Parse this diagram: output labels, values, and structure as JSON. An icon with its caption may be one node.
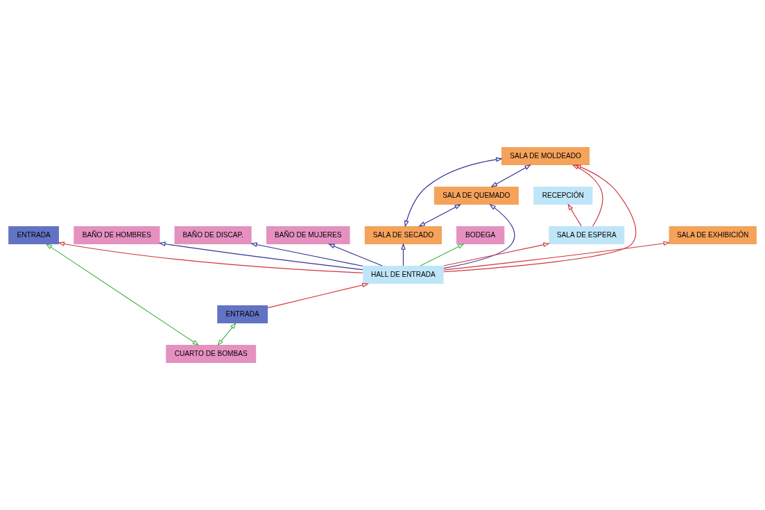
{
  "diagram": {
    "nodes": [
      {
        "text": [
          "ENTRADA"
        ]
      },
      {
        "text": [
          "CUARTO DE BOMBAS"
        ]
      },
      {
        "text": [
          "BAÑO DE HOMBRES"
        ]
      },
      {
        "text": [
          "BAÑO DE DISCAP."
        ]
      },
      {
        "text": [
          "BAÑO DE MUJERES"
        ]
      },
      {
        "text": [
          "SALA DE SECADO"
        ]
      },
      {
        "text": [
          "BODEGA"
        ]
      },
      {
        "text": [
          "SALA DE QUEMADO"
        ]
      },
      {
        "text": [
          "RECEPCIÓN"
        ]
      },
      {
        "text": [
          "SALA DE ESPERA"
        ]
      },
      {
        "text": [
          "SALA DE MOLDEADO"
        ]
      },
      {
        "text": [
          "HALL DE ENTRADA"
        ]
      },
      {
        "text": [
          "SALA DE EXHIBICIÓN"
        ]
      },
      {
        "text": [
          "ENTRADA"
        ]
      }
    ],
    "edges": [
      {
        "from": 1,
        "to": 0,
        "arrow": "both",
        "color": "#3cb54a"
      },
      {
        "from": 1,
        "to": 13,
        "arrow": "both",
        "color": "#3cb54a"
      },
      {
        "from": 11,
        "to": 0,
        "arrow": "to",
        "color": "#d2323a"
      },
      {
        "from": 11,
        "to": 2,
        "arrow": "to"
      },
      {
        "from": 11,
        "to": 3,
        "arrow": "to"
      },
      {
        "from": 11,
        "to": 4,
        "arrow": "to"
      },
      {
        "from": 11,
        "to": 6,
        "arrow": "to",
        "color": "#3cb54a"
      },
      {
        "from": 11,
        "to": 5,
        "arrow": "to"
      },
      {
        "from": 11,
        "to": 7,
        "arrow": "to"
      },
      {
        "from": 5,
        "to": 10,
        "arrow": "both"
      },
      {
        "from": 5,
        "to": 7,
        "arrow": "both"
      },
      {
        "from": 7,
        "to": 10,
        "arrow": "both"
      },
      {
        "from": 9,
        "to": 10,
        "arrow": "to",
        "color": "#d2323a"
      },
      {
        "from": 9,
        "to": 8,
        "arrow": "to",
        "color": "#d2323a"
      },
      {
        "from": 11,
        "to": 9,
        "arrow": "to",
        "color": "#d2323a"
      },
      {
        "from": 11,
        "to": 12,
        "arrow": "to",
        "color": "#d2323a"
      },
      {
        "from": 11,
        "to": 10,
        "arrow": "to",
        "color": "#d2323a"
      },
      {
        "from": 13,
        "to": 11,
        "arrow": "to",
        "color": "#d2323a"
      }
    ]
  }
}
